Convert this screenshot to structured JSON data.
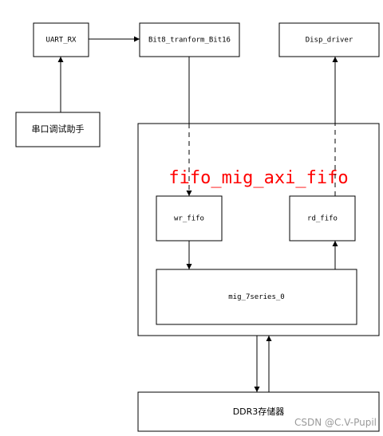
{
  "nodes": {
    "uart_rx": "UART_RX",
    "bit8_bit16": "Bit8_tranform_Bit16",
    "disp_driver": "Disp_driver",
    "serial_assistant": "串口调试助手",
    "fifo_mig_title": "fifo_mig_axi_fifo",
    "wr_fifo": "wr_fifo",
    "rd_fifo": "rd_fifo",
    "mig": "mig_7series_0",
    "ddr3": "DDR3存储器"
  },
  "watermark": "CSDN @C.V-Pupil",
  "colors": {
    "title": "#ff0000",
    "stroke": "#000000",
    "watermark": "#9a9a9a"
  }
}
